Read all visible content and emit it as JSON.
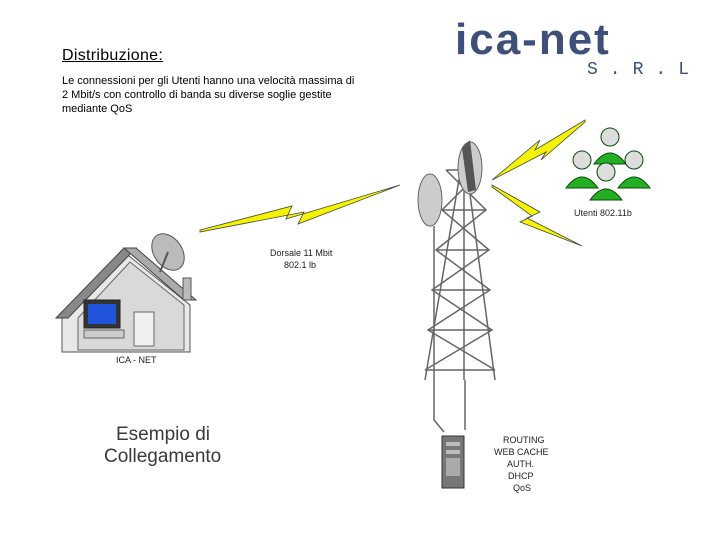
{
  "slide": {
    "title": "Distribuzione:",
    "description": "Le connessioni per gli Utenti hanno una velocità massima di 2 Mbit/s con controllo di banda su diverse soglie gestite mediante QoS"
  },
  "logo": {
    "name": "ica-net",
    "sub": "S.R.L",
    "color": "#3d4f7a"
  },
  "diagram": {
    "backbone_label_1": "Dorsale 11 Mbit",
    "backbone_label_2": "802.1 lb",
    "users_label": "Utenti 802.11b",
    "house_label": "ICA - NET",
    "example_line_1": "Esempio di",
    "example_line_2": "Collegamento",
    "server_functions": [
      "ROUTING",
      "WEB CACHE",
      "AUTH.",
      "DHCP",
      "QoS"
    ],
    "colors": {
      "lightning": "#f4f400",
      "users": "#22b022"
    }
  }
}
